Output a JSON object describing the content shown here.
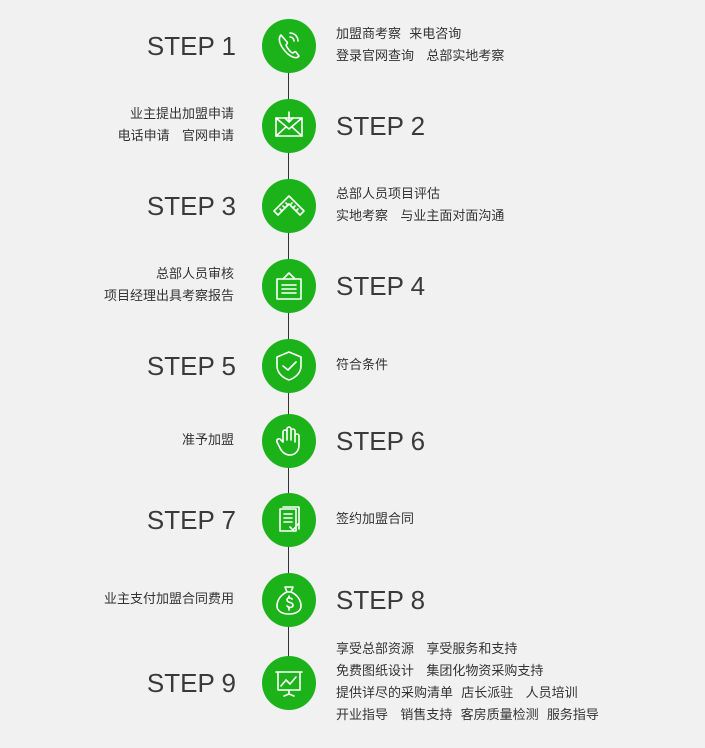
{
  "accent_color": "#1cb31a",
  "steps": [
    {
      "label": "STEP 1",
      "label_side": "left",
      "icon": "phone-icon",
      "lines": [
        "加盟商考察  来电咨询",
        "登录官网查询   总部实地考察"
      ]
    },
    {
      "label": "STEP 2",
      "label_side": "right",
      "icon": "envelope-icon",
      "lines": [
        "业主提出加盟申请",
        "电话申请   官网申请"
      ]
    },
    {
      "label": "STEP 3",
      "label_side": "left",
      "icon": "ruler-icon",
      "lines": [
        "总部人员项目评估",
        "实地考察   与业主面对面沟通"
      ]
    },
    {
      "label": "STEP 4",
      "label_side": "right",
      "icon": "document-box-icon",
      "lines": [
        "总部人员审核",
        "项目经理出具考察报告"
      ]
    },
    {
      "label": "STEP 5",
      "label_side": "left",
      "icon": "shield-check-icon",
      "lines": [
        "符合条件"
      ]
    },
    {
      "label": "STEP 6",
      "label_side": "right",
      "icon": "hand-icon",
      "lines": [
        "准予加盟"
      ]
    },
    {
      "label": "STEP 7",
      "label_side": "left",
      "icon": "contract-icon",
      "lines": [
        "签约加盟合同"
      ]
    },
    {
      "label": "STEP 8",
      "label_side": "right",
      "icon": "money-bag-icon",
      "lines": [
        "业主支付加盟合同费用"
      ]
    },
    {
      "label": "STEP 9",
      "label_side": "left",
      "icon": "presentation-chart-icon",
      "lines": [
        "享受总部资源   享受服务和支持",
        "免费图纸设计   集团化物资采购支持",
        "提供详尽的采购清单  店长派驻   人员培训",
        "开业指导   销售支持  客房质量检测  服务指导"
      ]
    }
  ]
}
